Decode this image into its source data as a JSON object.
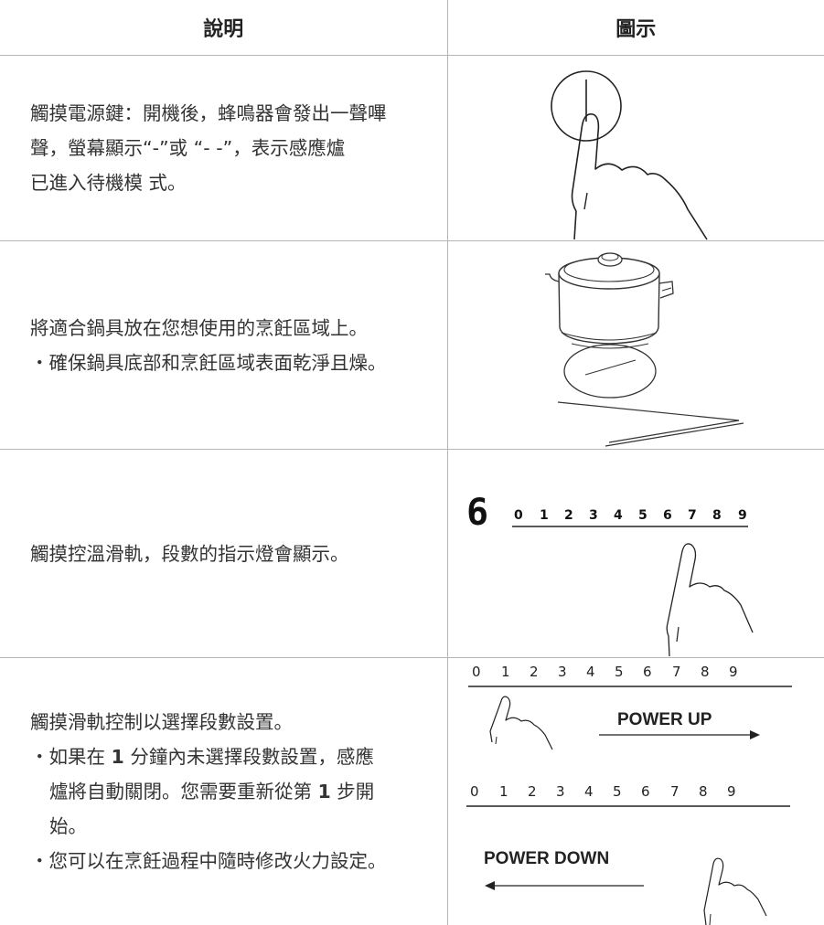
{
  "table": {
    "headers": {
      "description": "說明",
      "illustration": "圖示"
    },
    "rows": [
      {
        "lines": [
          "觸摸電源鍵：開機後，蜂鳴器會發出一聲嗶",
          "聲，螢幕顯示“-”或 “- -”，表示感應爐",
          "已進入待機模 式。"
        ]
      },
      {
        "lines": [
          "將適合鍋具放在您想使用的烹飪區域上。",
          "・確保鍋具底部和烹飪區域表面乾淨且燥。"
        ]
      },
      {
        "lines": [
          "觸摸控溫滑軌，段數的指示燈會顯示。"
        ],
        "display_digit": "6",
        "scale": [
          "0",
          "1",
          "2",
          "3",
          "4",
          "5",
          "6",
          "7",
          "8",
          "9"
        ]
      },
      {
        "line1": "觸摸滑軌控制以選擇段數設置。",
        "b1_pre": "・如果在 ",
        "b1_num": "1",
        "b1_post": " 分鐘內未選擇段數設置，感應",
        "b1_line2_pre": "爐將自動關閉。您需要重新從第 ",
        "b1_line2_num": "1",
        "b1_line2_post": " 步開",
        "b1_line3": "始。",
        "b2": "・您可以在烹飪過程中隨時修改火力設定。",
        "scale": [
          "0",
          "1",
          "2",
          "3",
          "4",
          "5",
          "6",
          "7",
          "8",
          "9"
        ],
        "power_up": "POWER UP",
        "power_down": "POWER DOWN"
      }
    ]
  }
}
